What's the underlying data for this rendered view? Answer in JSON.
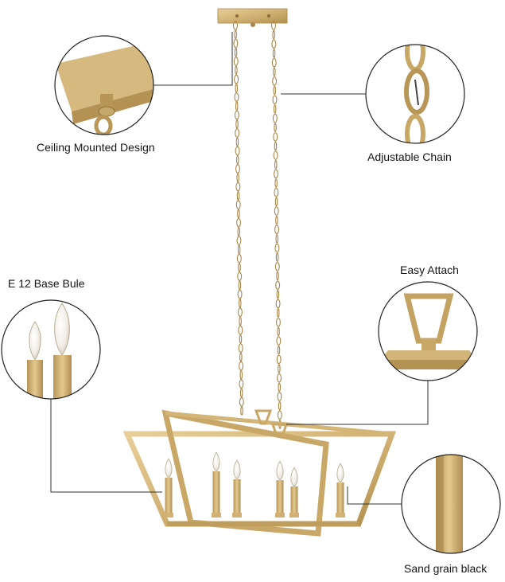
{
  "callouts": {
    "ceiling_label": "Ceiling Mounted Design",
    "chain_label": "Adjustable Chain",
    "bulb_label": "E 12 Base Bule",
    "attach_label": "Easy Attach",
    "finish_label": "Sand grain black"
  },
  "colors": {
    "gold": "#d2b274",
    "gold_light": "#e6cc93",
    "gold_dark": "#a8864a",
    "leader_line": "#333333",
    "circle_stroke": "#222222",
    "background": "#ffffff"
  },
  "product": {
    "bulb_count": 6
  }
}
